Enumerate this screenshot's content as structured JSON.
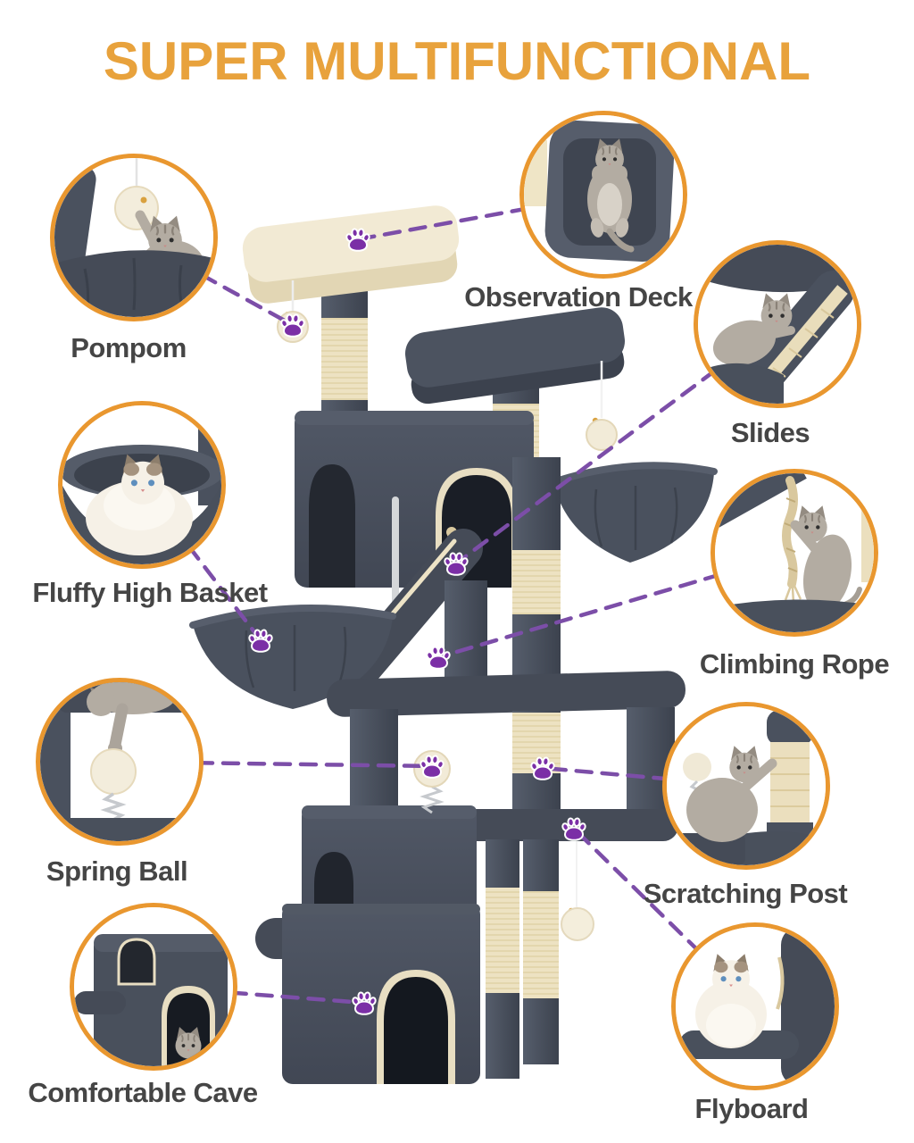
{
  "title": "SUPER MULTIFUNCTIONAL",
  "colors": {
    "title_orange": "#E8A23C",
    "ring_orange": "#E9972F",
    "connector_purple": "#7C4EA8",
    "paw_purple": "#7B2FA6",
    "label_gray": "#454545",
    "plush_dark_gray": "#49505C",
    "platform_cream": "#F2EAD4",
    "sisal_beige": "#EDE2C2"
  },
  "callouts": [
    {
      "id": "pompom",
      "label": "Pompom"
    },
    {
      "id": "observation-deck",
      "label": "Observation Deck"
    },
    {
      "id": "slides",
      "label": "Slides"
    },
    {
      "id": "fluffy-high-basket",
      "label": "Fluffy High Basket"
    },
    {
      "id": "climbing-rope",
      "label": "Climbing Rope"
    },
    {
      "id": "spring-ball",
      "label": "Spring Ball"
    },
    {
      "id": "scratching-post",
      "label": "Scratching Post"
    },
    {
      "id": "comfortable-cave",
      "label": "Comfortable Cave"
    },
    {
      "id": "flyboard",
      "label": "Flyboard"
    }
  ]
}
